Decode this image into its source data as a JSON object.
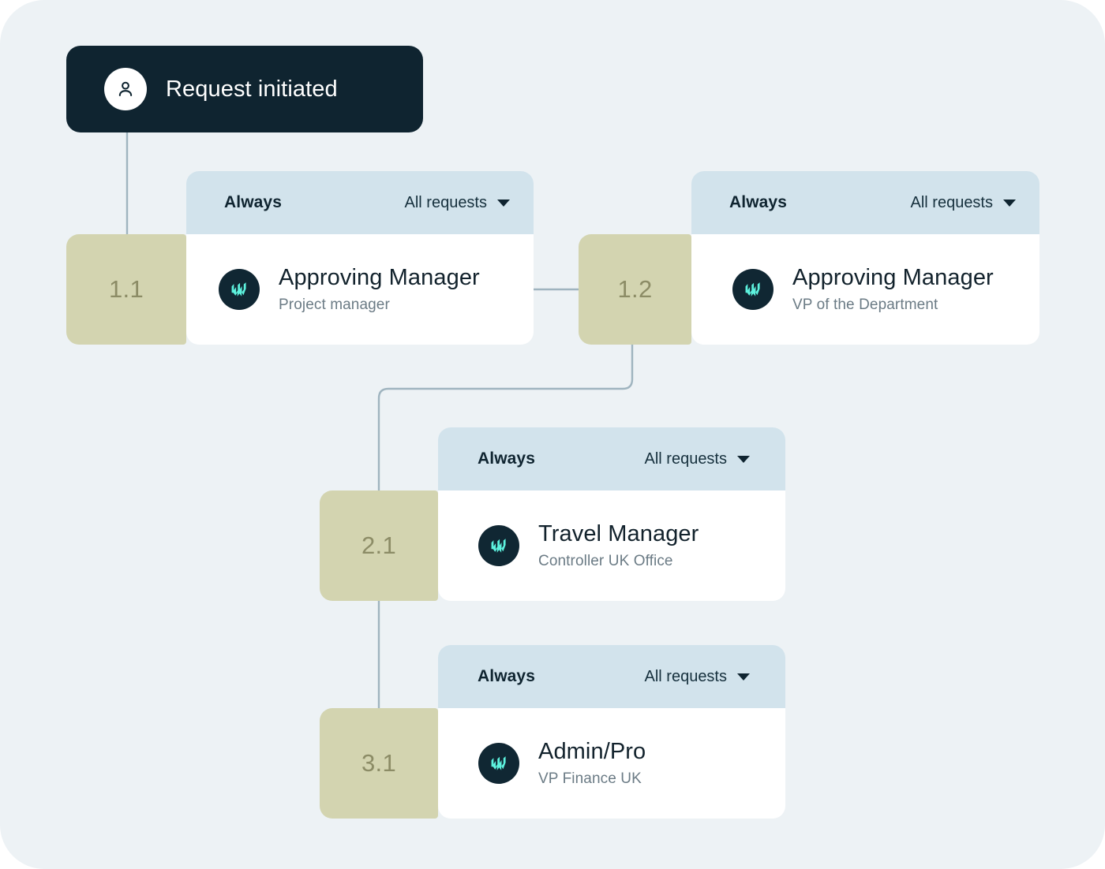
{
  "theme": {
    "canvas_bg": "#edf2f5",
    "start_node_bg": "#0f2430",
    "badge_bg": "#d3d4b0",
    "badge_text": "#8c8c66",
    "card_header_bg": "#d2e3ec",
    "card_body_bg": "#ffffff",
    "avatar_bg": "#102733",
    "avatar_mark": "#5df2de",
    "connector_line": "#9fb4bf",
    "title_text": "#12222c",
    "subtitle_text": "#6b7b85"
  },
  "start_node": {
    "label": "Request initiated",
    "icon": "person-icon"
  },
  "steps": [
    {
      "id": "1.1",
      "badge": "1.1",
      "condition_label": "Always",
      "scope_value": "All requests",
      "scope_icon": "chevron-down-icon",
      "role_title": "Approving Manager",
      "role_subtitle": "Project manager",
      "avatar_icon": "brand-mark-icon"
    },
    {
      "id": "1.2",
      "badge": "1.2",
      "condition_label": "Always",
      "scope_value": "All requests",
      "scope_icon": "chevron-down-icon",
      "role_title": "Approving Manager",
      "role_subtitle": "VP of the Department",
      "avatar_icon": "brand-mark-icon"
    },
    {
      "id": "2.1",
      "badge": "2.1",
      "condition_label": "Always",
      "scope_value": "All requests",
      "scope_icon": "chevron-down-icon",
      "role_title": "Travel Manager",
      "role_subtitle": "Controller UK Office",
      "avatar_icon": "brand-mark-icon"
    },
    {
      "id": "3.1",
      "badge": "3.1",
      "condition_label": "Always",
      "scope_value": "All requests",
      "scope_icon": "chevron-down-icon",
      "role_title": "Admin/Pro",
      "role_subtitle": "VP Finance UK",
      "avatar_icon": "brand-mark-icon"
    }
  ]
}
